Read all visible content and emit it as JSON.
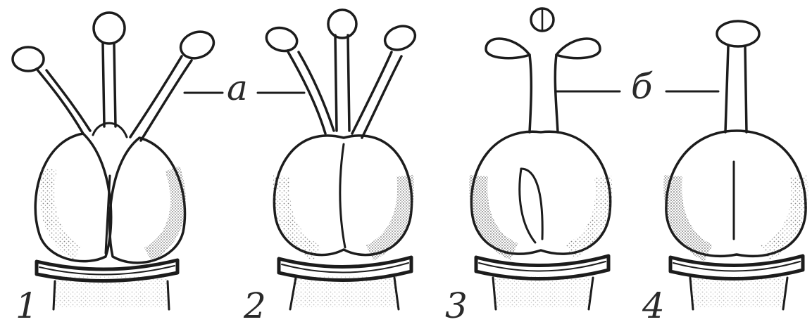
{
  "labels": {
    "fig1": "1",
    "fig2": "2",
    "fig3": "3",
    "fig4": "4",
    "a": "а",
    "b": "б"
  },
  "colors": {
    "ink": "#1c1c1c",
    "paper": "#ffffff",
    "stipple": "#4a4a4a"
  }
}
